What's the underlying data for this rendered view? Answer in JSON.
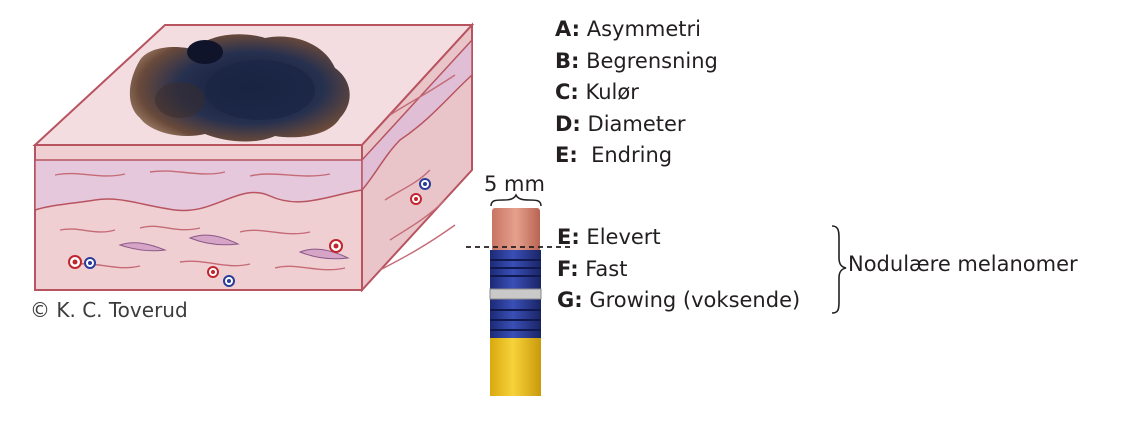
{
  "criteria": [
    {
      "letter": "A:",
      "text": " Asymmetri"
    },
    {
      "letter": "B:",
      "text": " Begrensning"
    },
    {
      "letter": "C:",
      "text": " Kulør"
    },
    {
      "letter": "D:",
      "text": " Diameter"
    },
    {
      "letter": "E:",
      "text": "  Endring"
    }
  ],
  "nodular_criteria": [
    {
      "letter": "E:",
      "text": " Elevert"
    },
    {
      "letter": "F:",
      "text": " Fast"
    },
    {
      "letter": "G:",
      "text": " Growing (voksende)"
    }
  ],
  "nodular_label": "Nodulære melanomer",
  "scale_label": "5 mm",
  "copyright": "© K. C. Toverud",
  "colors": {
    "skin_top": "#f3dde1",
    "skin_front": "#e9c4c9",
    "dermis": "#f0cfd3",
    "epidermis_band": "#e6c8dc",
    "outline": "#b8545f",
    "mole_dark": "#1f2a4a",
    "mole_brown": "#6a4a3a",
    "pencil_yellow": "#f2c21a",
    "ferrule_blue": "#2e3f9a",
    "eraser": "#d98a78"
  }
}
